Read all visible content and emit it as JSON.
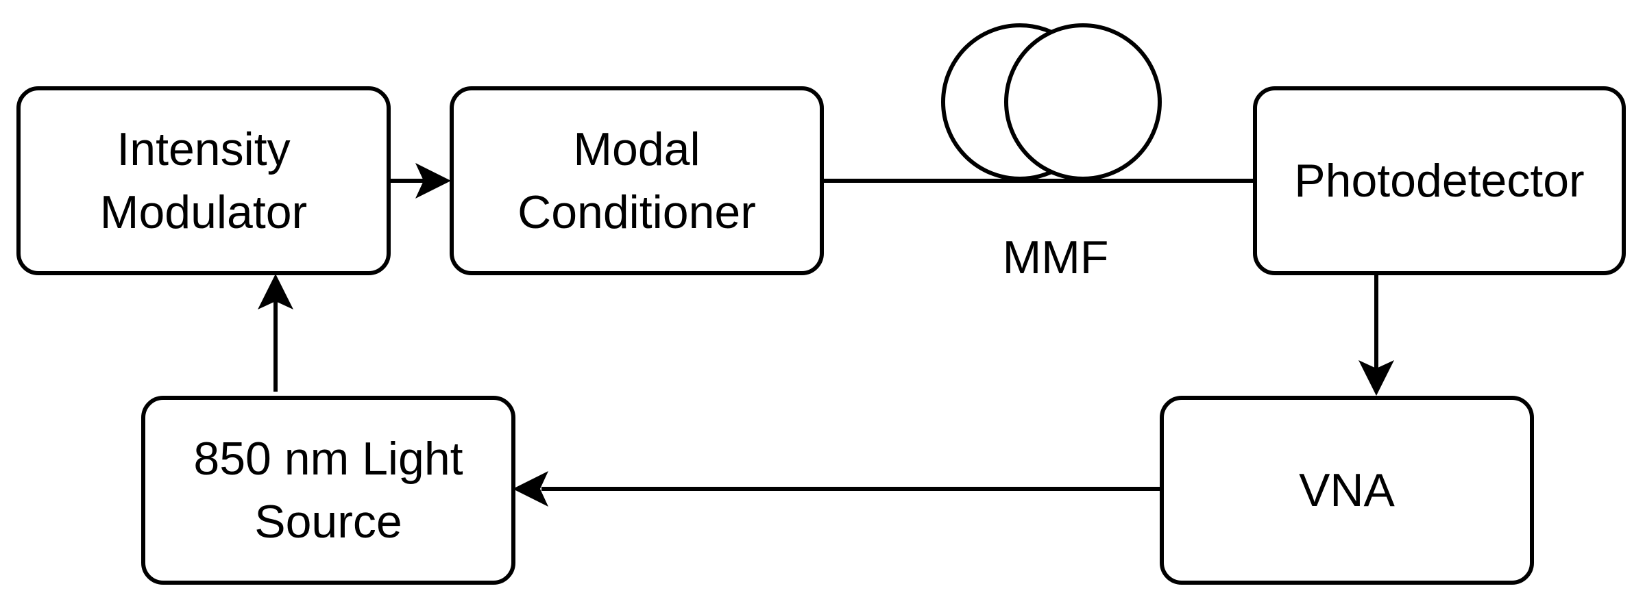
{
  "diagram": {
    "blocks": {
      "intensity_modulator": {
        "line1": "Intensity",
        "line2": "Modulator"
      },
      "modal_conditioner": {
        "line1": "Modal",
        "line2": "Conditioner"
      },
      "photodetector": {
        "label": "Photodetector"
      },
      "light_source": {
        "line1": "850 nm Light",
        "line2": "Source"
      },
      "vna": {
        "label": "VNA"
      }
    },
    "fiber_label": "MMF"
  }
}
